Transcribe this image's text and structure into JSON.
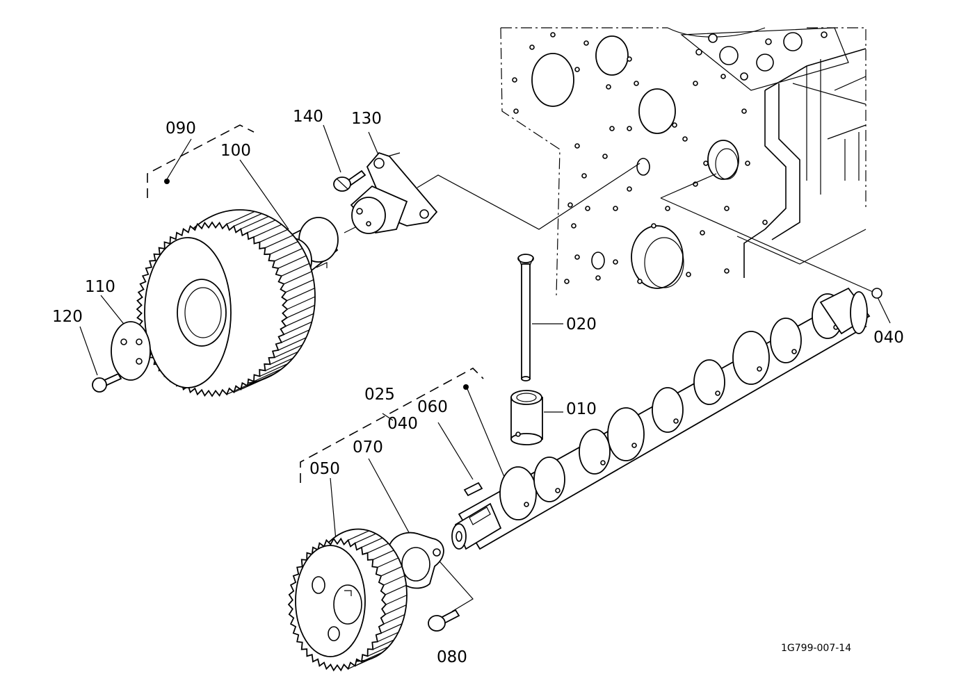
{
  "diagram": {
    "part_labels": {
      "p010": "010",
      "p020": "020",
      "p025": "025",
      "p040a": "040",
      "p040b": "040",
      "p050": "050",
      "p060": "060",
      "p070": "070",
      "p080": "080",
      "p090": "090",
      "p100": "100",
      "p110": "110",
      "p120": "120",
      "p130": "130",
      "p140": "140"
    },
    "reference_code": "1G799-007-14"
  }
}
